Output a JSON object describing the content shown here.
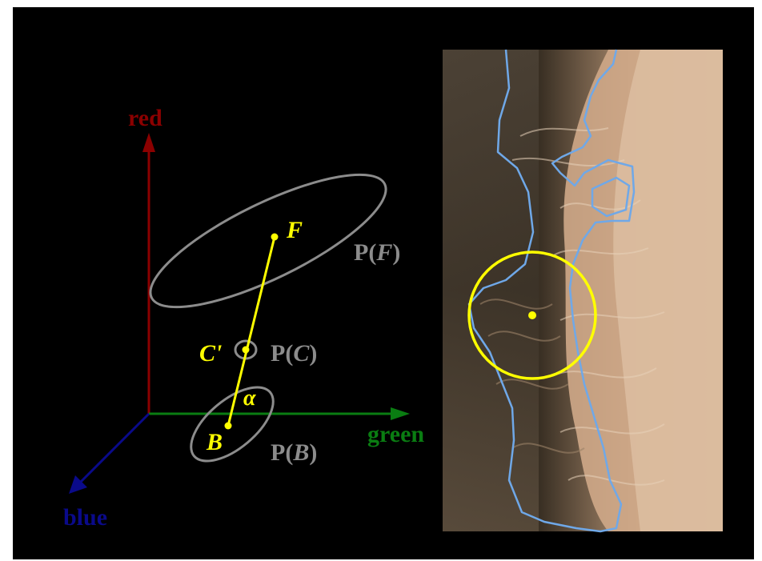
{
  "axes": {
    "red_label": "red",
    "green_label": "green",
    "blue_label": "blue",
    "red_color": "#8b0000",
    "green_color": "#0a7d12",
    "blue_color": "#0a0a8a"
  },
  "points": {
    "F": "F",
    "B": "B",
    "C": "C'",
    "alpha": "α"
  },
  "distributions": {
    "PF_prefix": "P(",
    "PF_var": "F",
    "PC_prefix": "P(",
    "PC_var": "C",
    "PB_prefix": "P(",
    "PB_var": "B",
    "suffix": ")"
  },
  "colors": {
    "background": "#000000",
    "highlight": "#ffff00",
    "distribution": "#8c8c8c",
    "boundary": "#6fa8e8"
  }
}
